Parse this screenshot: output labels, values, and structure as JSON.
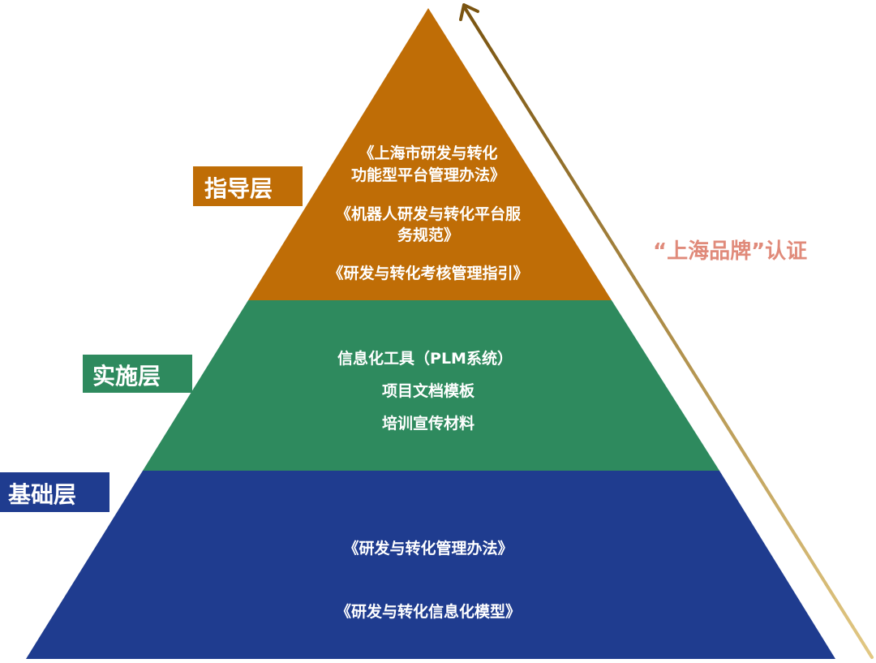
{
  "colors": {
    "top_tier": "#BF6D06",
    "middle_tier": "#2E8A5E",
    "bottom_tier": "#1F3C8F",
    "top_label_bg": "#BF6D06",
    "middle_label_bg": "#2E8A5E",
    "bottom_label_bg": "#1F3C8F",
    "arrow": "#C9A94E",
    "cert_text": "#E08A7A"
  },
  "tiers": {
    "top": {
      "label": "指导层",
      "items": [
        "《上海市研发与转化",
        "功能型平台管理办法》",
        "《机器人研发与转化平台服",
        "务规范》",
        "《研发与转化考核管理指引》"
      ]
    },
    "middle": {
      "label": "实施层",
      "items": [
        "信息化工具（PLM系统）",
        "项目文档模板",
        "培训宣传材料"
      ]
    },
    "bottom": {
      "label": "基础层",
      "items": [
        "《研发与转化管理办法》",
        "《研发与转化信息化模型》"
      ]
    }
  },
  "certification": {
    "text": "“上海品牌”认证"
  }
}
